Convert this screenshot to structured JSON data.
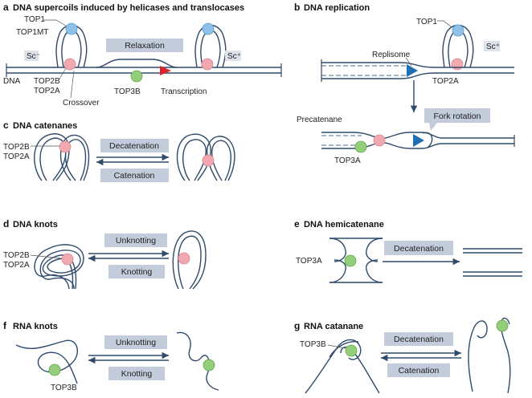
{
  "panels": {
    "a": {
      "letter": "a",
      "title": "DNA supercoils induced by helicases and translocases",
      "top1": "TOP1",
      "top1mt": "TOP1MT",
      "sc_neg": "Sc⁻",
      "sc_pos": "Sc⁺",
      "relaxation": "Relaxation",
      "dna": "DNA",
      "top2b": "TOP2B",
      "top2a": "TOP2A",
      "top3b": "TOP3B",
      "crossover": "Crossover",
      "transcription": "Transcription"
    },
    "b": {
      "letter": "b",
      "title": "DNA replication",
      "top1": "TOP1",
      "sc_pos": "Sc⁺",
      "replisome": "Replisome",
      "top2a": "TOP2A",
      "precatenane": "Precatenane",
      "fork_rotation": "Fork rotation",
      "top3a": "TOP3A"
    },
    "c": {
      "letter": "c",
      "title": "DNA catenanes",
      "top2b": "TOP2B",
      "top2a": "TOP2A",
      "decatenation": "Decatenation",
      "catenation": "Catenation"
    },
    "d": {
      "letter": "d",
      "title": "DNA knots",
      "top2b": "TOP2B",
      "top2a": "TOP2A",
      "unknotting": "Unknotting",
      "knotting": "Knotting"
    },
    "e": {
      "letter": "e",
      "title": "DNA hemicatenane",
      "top3a": "TOP3A",
      "decatenation": "Decatenation"
    },
    "f": {
      "letter": "f",
      "title": "RNA knots",
      "unknotting": "Unknotting",
      "knotting": "Knotting",
      "top3b": "TOP3B"
    },
    "g": {
      "letter": "g",
      "title": "RNA catanane",
      "top3b": "TOP3B",
      "decatenation": "Decatenation",
      "catenation": "Catenation"
    }
  },
  "colors": {
    "dna": "#2f4a6b",
    "box": "#c3ccdb",
    "top1": "#8ec2ea",
    "top2": "#f2a8b0",
    "top3": "#93cf7a",
    "transcription": "#d9262c",
    "replisome": "#1f6fb5"
  }
}
